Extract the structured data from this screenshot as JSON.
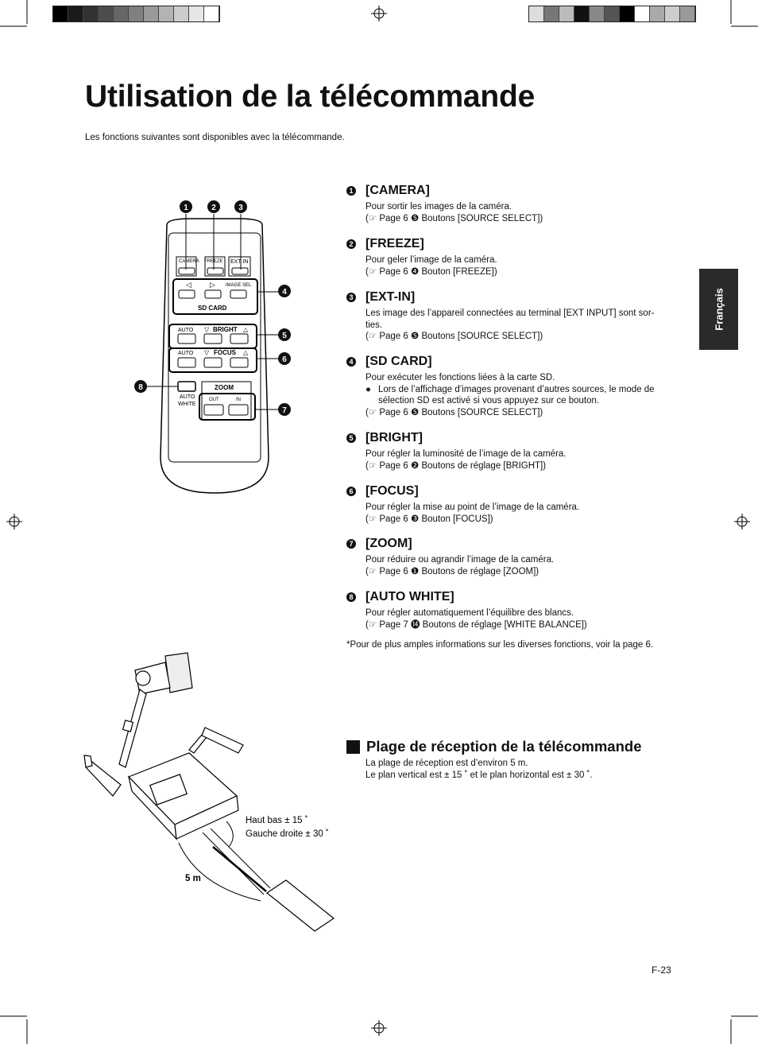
{
  "header": {
    "title": "Utilisation de la télécommande",
    "intro": "Les fonctions suivantes sont disponibles avec la télécommande."
  },
  "side_tab": {
    "label": "Français"
  },
  "items": [
    {
      "num": "1",
      "title": "[CAMERA]",
      "lines": [
        "Pour sortir les images de la caméra.",
        "(☞ Page 6 ❺ Boutons [SOURCE SELECT])"
      ]
    },
    {
      "num": "2",
      "title": "[FREEZE]",
      "lines": [
        "Pour geler l’image de la caméra.",
        "(☞ Page 6 ❹ Bouton [FREEZE])"
      ]
    },
    {
      "num": "3",
      "title": "[EXT-IN]",
      "lines": [
        "Les image des l’appareil connectées au terminal [EXT INPUT] sont sor-",
        "ties.",
        "(☞ Page 6 ❺ Boutons [SOURCE SELECT])"
      ]
    },
    {
      "num": "4",
      "title": "[SD CARD]",
      "lines": [
        "Pour exécuter les fonctions liées à la carte SD."
      ],
      "bullet": {
        "lines": [
          "Lors de l’affichage d’images provenant d’autres sources, le mode de",
          "sélection SD est activé si vous appuyez sur ce bouton."
        ],
        "ref": "(☞ Page 6 ❺ Boutons [SOURCE SELECT])"
      }
    },
    {
      "num": "5",
      "title": "[BRIGHT]",
      "lines": [
        "Pour régler la luminosité de l’image de la caméra.",
        "(☞ Page 6 ❷ Boutons de réglage [BRIGHT])"
      ]
    },
    {
      "num": "6",
      "title": "[FOCUS]",
      "lines": [
        "Pour régler la mise au point de l’image de la caméra.",
        "(☞ Page 6 ❸ Bouton [FOCUS])"
      ]
    },
    {
      "num": "7",
      "title": "[ZOOM]",
      "lines": [
        "Pour réduire ou agrandir l’image de la caméra.",
        "(☞ Page 6 ❶ Boutons de réglage [ZOOM])"
      ]
    },
    {
      "num": "8",
      "title": "[AUTO WHITE]",
      "lines": [
        "Pour régler automatiquement l’équilibre des blancs.",
        "(☞ Page 7 ⓮ Boutons de réglage [WHITE BALANCE])"
      ]
    }
  ],
  "note": "*Pour de plus amples informations sur les diverses fonctions, voir la page 6.",
  "section": {
    "title": "Plage de réception de la télécommande",
    "lines": [
      "La plage de réception est d’environ 5 m.",
      "Le plan vertical est ± 15 ˚ et le plan horizontal est ± 30 ˚."
    ]
  },
  "remote": {
    "callouts": [
      "1",
      "2",
      "3",
      "4",
      "5",
      "6",
      "7",
      "8"
    ],
    "labels": {
      "camera": "CAMERA",
      "freeze": "FREEZE",
      "ext_in": "EXT IN",
      "left": "◁",
      "right": "▷",
      "image_sel": "IMAGE SEL",
      "sd_card": "SD CARD",
      "auto1": "AUTO",
      "bright": "BRIGHT",
      "auto2": "AUTO",
      "focus": "FOCUS",
      "zoom": "ZOOM",
      "out": "OUT",
      "in": "IN",
      "auto_white_1": "AUTO",
      "auto_white_2": "WHITE",
      "down": "▽",
      "up": "△"
    }
  },
  "range_figure": {
    "angles_1": "Haut bas ± 15 ˚",
    "angles_2": "Gauche droite ± 30 ˚",
    "distance": "5 m"
  },
  "footer": {
    "page": "F-23"
  }
}
